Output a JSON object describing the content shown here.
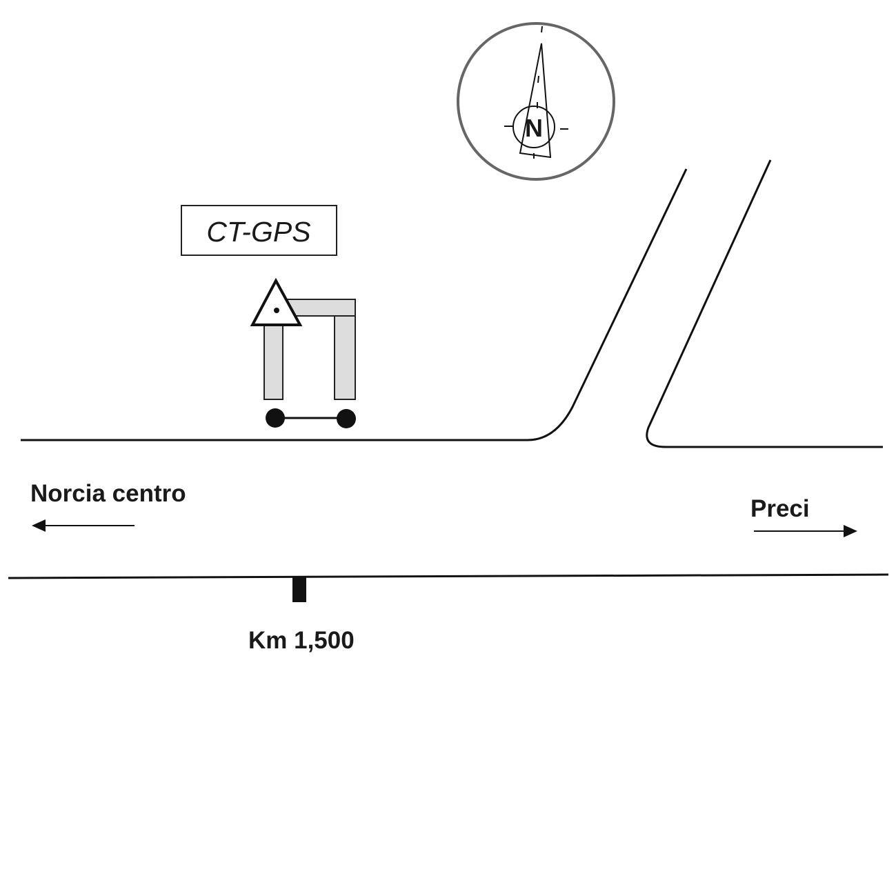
{
  "station_label": "CT-GPS",
  "compass_letter": "N",
  "directions": {
    "left": "Norcia centro",
    "right": "Preci"
  },
  "km_marker": "Km 1,500",
  "colors": {
    "line": "#111111",
    "compass_ring": "#666666",
    "structure_fill": "#dddddd"
  }
}
